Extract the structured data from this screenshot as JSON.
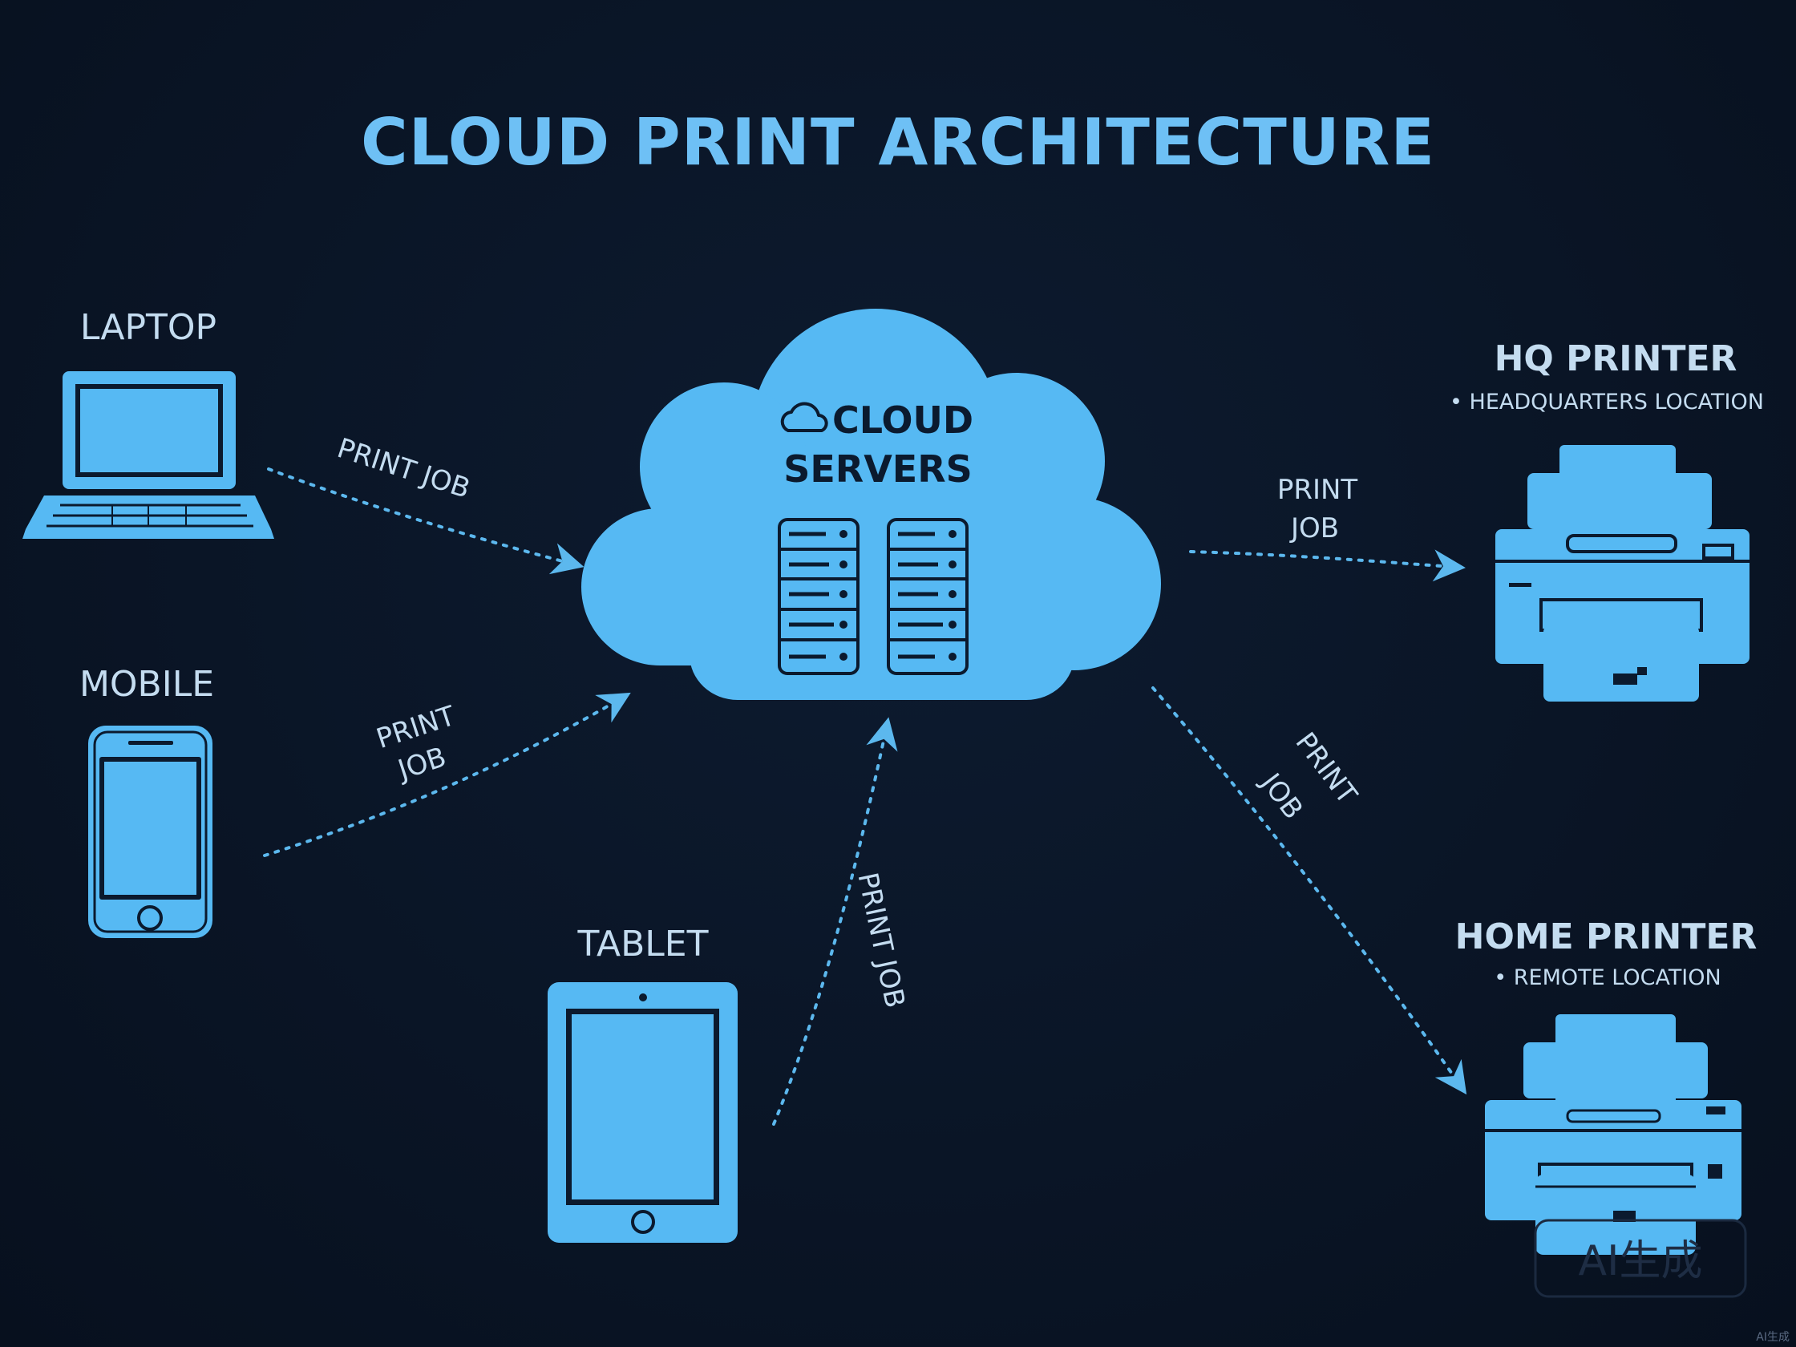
{
  "title": "CLOUD PRINT ARCHITECTURE",
  "devices": {
    "laptop": {
      "label": "LAPTOP"
    },
    "mobile": {
      "label": "MOBILE"
    },
    "tablet": {
      "label": "TABLET"
    }
  },
  "cloud": {
    "line1": "CLOUD",
    "line2": "SERVERS"
  },
  "printers": {
    "hq": {
      "label": "HQ PRINTER",
      "sublabel": "• HEADQUARTERS LOCATION"
    },
    "home": {
      "label": "HOME PRINTER",
      "sublabel": "• REMOTE LOCATION"
    }
  },
  "flows": {
    "laptop_to_cloud": "PRINT JOB",
    "mobile_to_cloud": [
      "PRINT",
      "JOB"
    ],
    "tablet_to_cloud": "PRINT JOB",
    "cloud_to_hq": [
      "PRINT",
      "JOB"
    ],
    "cloud_to_home": [
      "PRINT",
      "JOB"
    ]
  },
  "watermark": "AI生成",
  "corner_mark": "AI生成",
  "colors": {
    "background": "#0a1526",
    "accent": "#56b9f3",
    "title": "#6ec0f5",
    "text": "#c4dcf0"
  },
  "icons": [
    "laptop-icon",
    "mobile-phone-icon",
    "tablet-icon",
    "cloud-icon",
    "server-rack-icon",
    "printer-icon"
  ]
}
